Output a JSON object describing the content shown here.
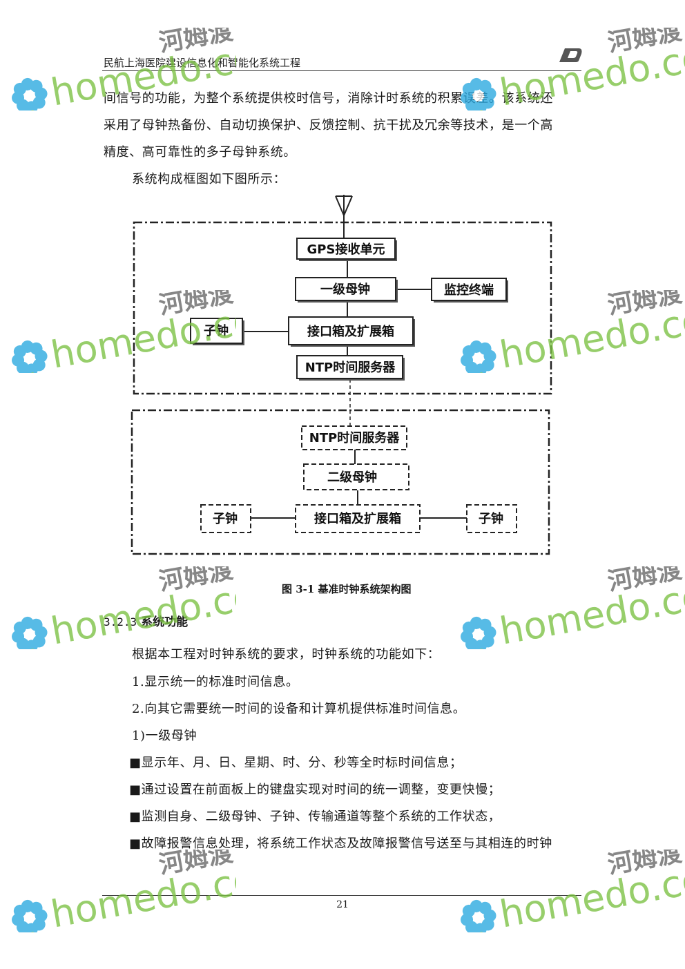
{
  "header": {
    "title": "民航上海医院建设信息化和智能化系统工程"
  },
  "body": {
    "para1_line1": "间信号的功能，为整个系统提供校时信号，消除计时系统的积累误差。该系统还",
    "para1_line2": "采用了母钟热备份、自动切换保护、反馈控制、抗干扰及冗余等技术，是一个高",
    "para1_line3": "精度、高可靠性的多子母钟系统。",
    "intro": "系统构成框图如下图所示："
  },
  "diagram": {
    "gps": "GPS接收单元",
    "master1": "一级母钟",
    "monitor": "监控终端",
    "sub_clock_top": "子钟",
    "interface_top": "接口箱及扩展箱",
    "ntp_top": "NTP时间服务器",
    "ntp_bottom": "NTP时间服务器",
    "master2": "二级母钟",
    "sub_clock_left": "子钟",
    "interface_bottom": "接口箱及扩展箱",
    "sub_clock_right": "子钟"
  },
  "caption": "图 3-1  基准时钟系统架构图",
  "section": {
    "number": "3.2.3",
    "title": "系统功能"
  },
  "lines": {
    "l1": "根据本工程对时钟系统的要求，时钟系统的功能如下：",
    "l2": "1.显示统一的标准时间信息。",
    "l3": "2.向其它需要统一时间的设备和计算机提供标准时间信息。",
    "l4": "1)一级母钟",
    "l5": "■显示年、月、日、星期、时、分、秒等全时标时间信息；",
    "l6": "■通过设置在前面板上的键盘实现对时间的统一调整，变更快慢；",
    "l7": "■监测自身、二级母钟、子钟、传输通道等整个系统的工作状态，",
    "l8": "■故障报警信息处理，将系统工作状态及故障报警信号送至与其相连的时钟"
  },
  "footer": {
    "page_number": "21"
  },
  "watermark": {
    "brand": "homedo.com",
    "cn": "河姆渡",
    "color_green": "#7bc142",
    "color_blue": "#29a8e0"
  }
}
